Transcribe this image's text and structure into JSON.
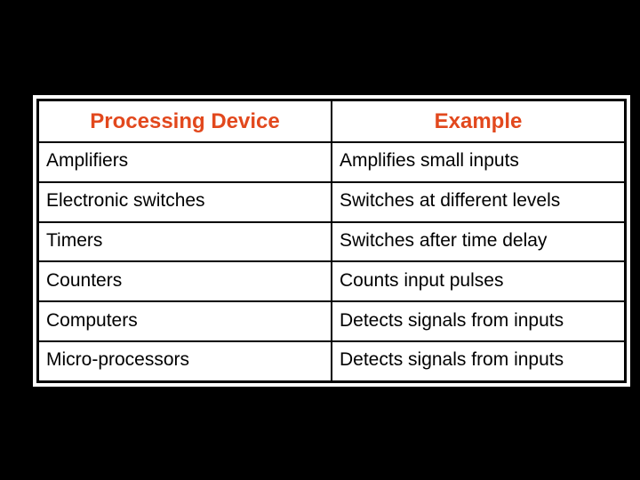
{
  "slide": {
    "background_color": "#000000",
    "table_background_color": "#ffffff",
    "border_color": "#000000",
    "header_text_color": "#e2481d",
    "body_text_color": "#000000"
  },
  "table": {
    "columns": [
      "Processing Device",
      "Example"
    ],
    "rows": [
      {
        "device": "Amplifiers",
        "example": "Amplifies small inputs"
      },
      {
        "device": "Electronic switches",
        "example": "Switches at different levels"
      },
      {
        "device": "Timers",
        "example": "Switches after time delay"
      },
      {
        "device": "Counters",
        "example": "Counts input pulses"
      },
      {
        "device": "Computers",
        "example": "Detects signals from inputs"
      },
      {
        "device": "Micro-processors",
        "example": "Detects signals from inputs"
      }
    ]
  }
}
